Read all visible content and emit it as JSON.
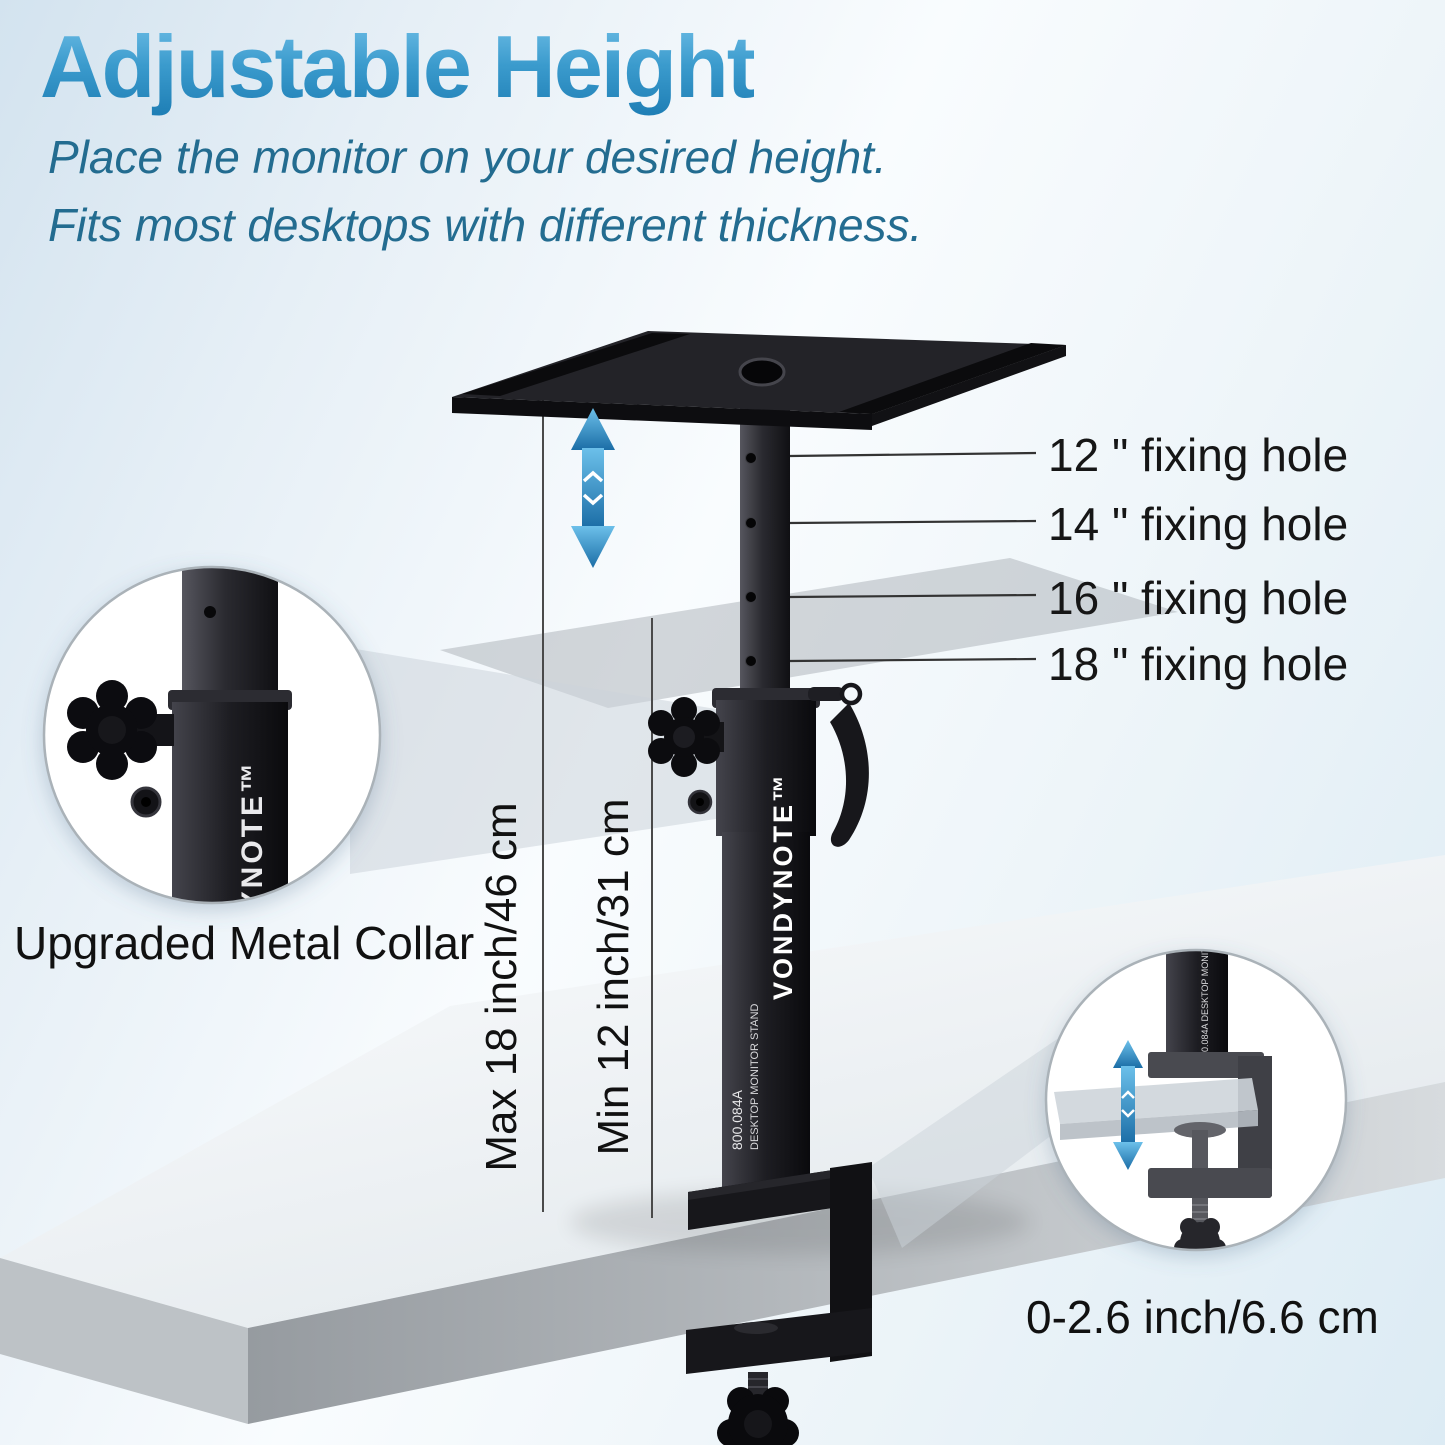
{
  "header": {
    "title": "Adjustable Height",
    "subtitle_line1": "Place the monitor on your desired height.",
    "subtitle_line2": "Fits most desktops with different thickness."
  },
  "callouts": {
    "items": [
      {
        "label": "12 \" fixing hole"
      },
      {
        "label": "14 \" fixing hole"
      },
      {
        "label": "16 \" fixing hole"
      },
      {
        "label": "18 \" fixing hole"
      }
    ]
  },
  "measurements": {
    "max_height": "Max 18 inch/46 cm",
    "min_height": "Min 12 inch/31 cm",
    "clamp_range": "0-2.6 inch/6.6 cm"
  },
  "labels": {
    "collar": "Upgraded Metal Collar"
  },
  "brand": {
    "name_tm": "VONDYNOTE™",
    "model": "800.084A",
    "product": "DESKTOP MONITOR STAND",
    "full_label": "800.084A DESKTOP MONITOR STAND"
  },
  "colors": {
    "title_blue": "#2e93c8",
    "subtitle_teal": "#236c90",
    "arrow_blue": "#2f8fc6",
    "stand_black": "#141417",
    "desk_gray": "#c9ced2"
  }
}
